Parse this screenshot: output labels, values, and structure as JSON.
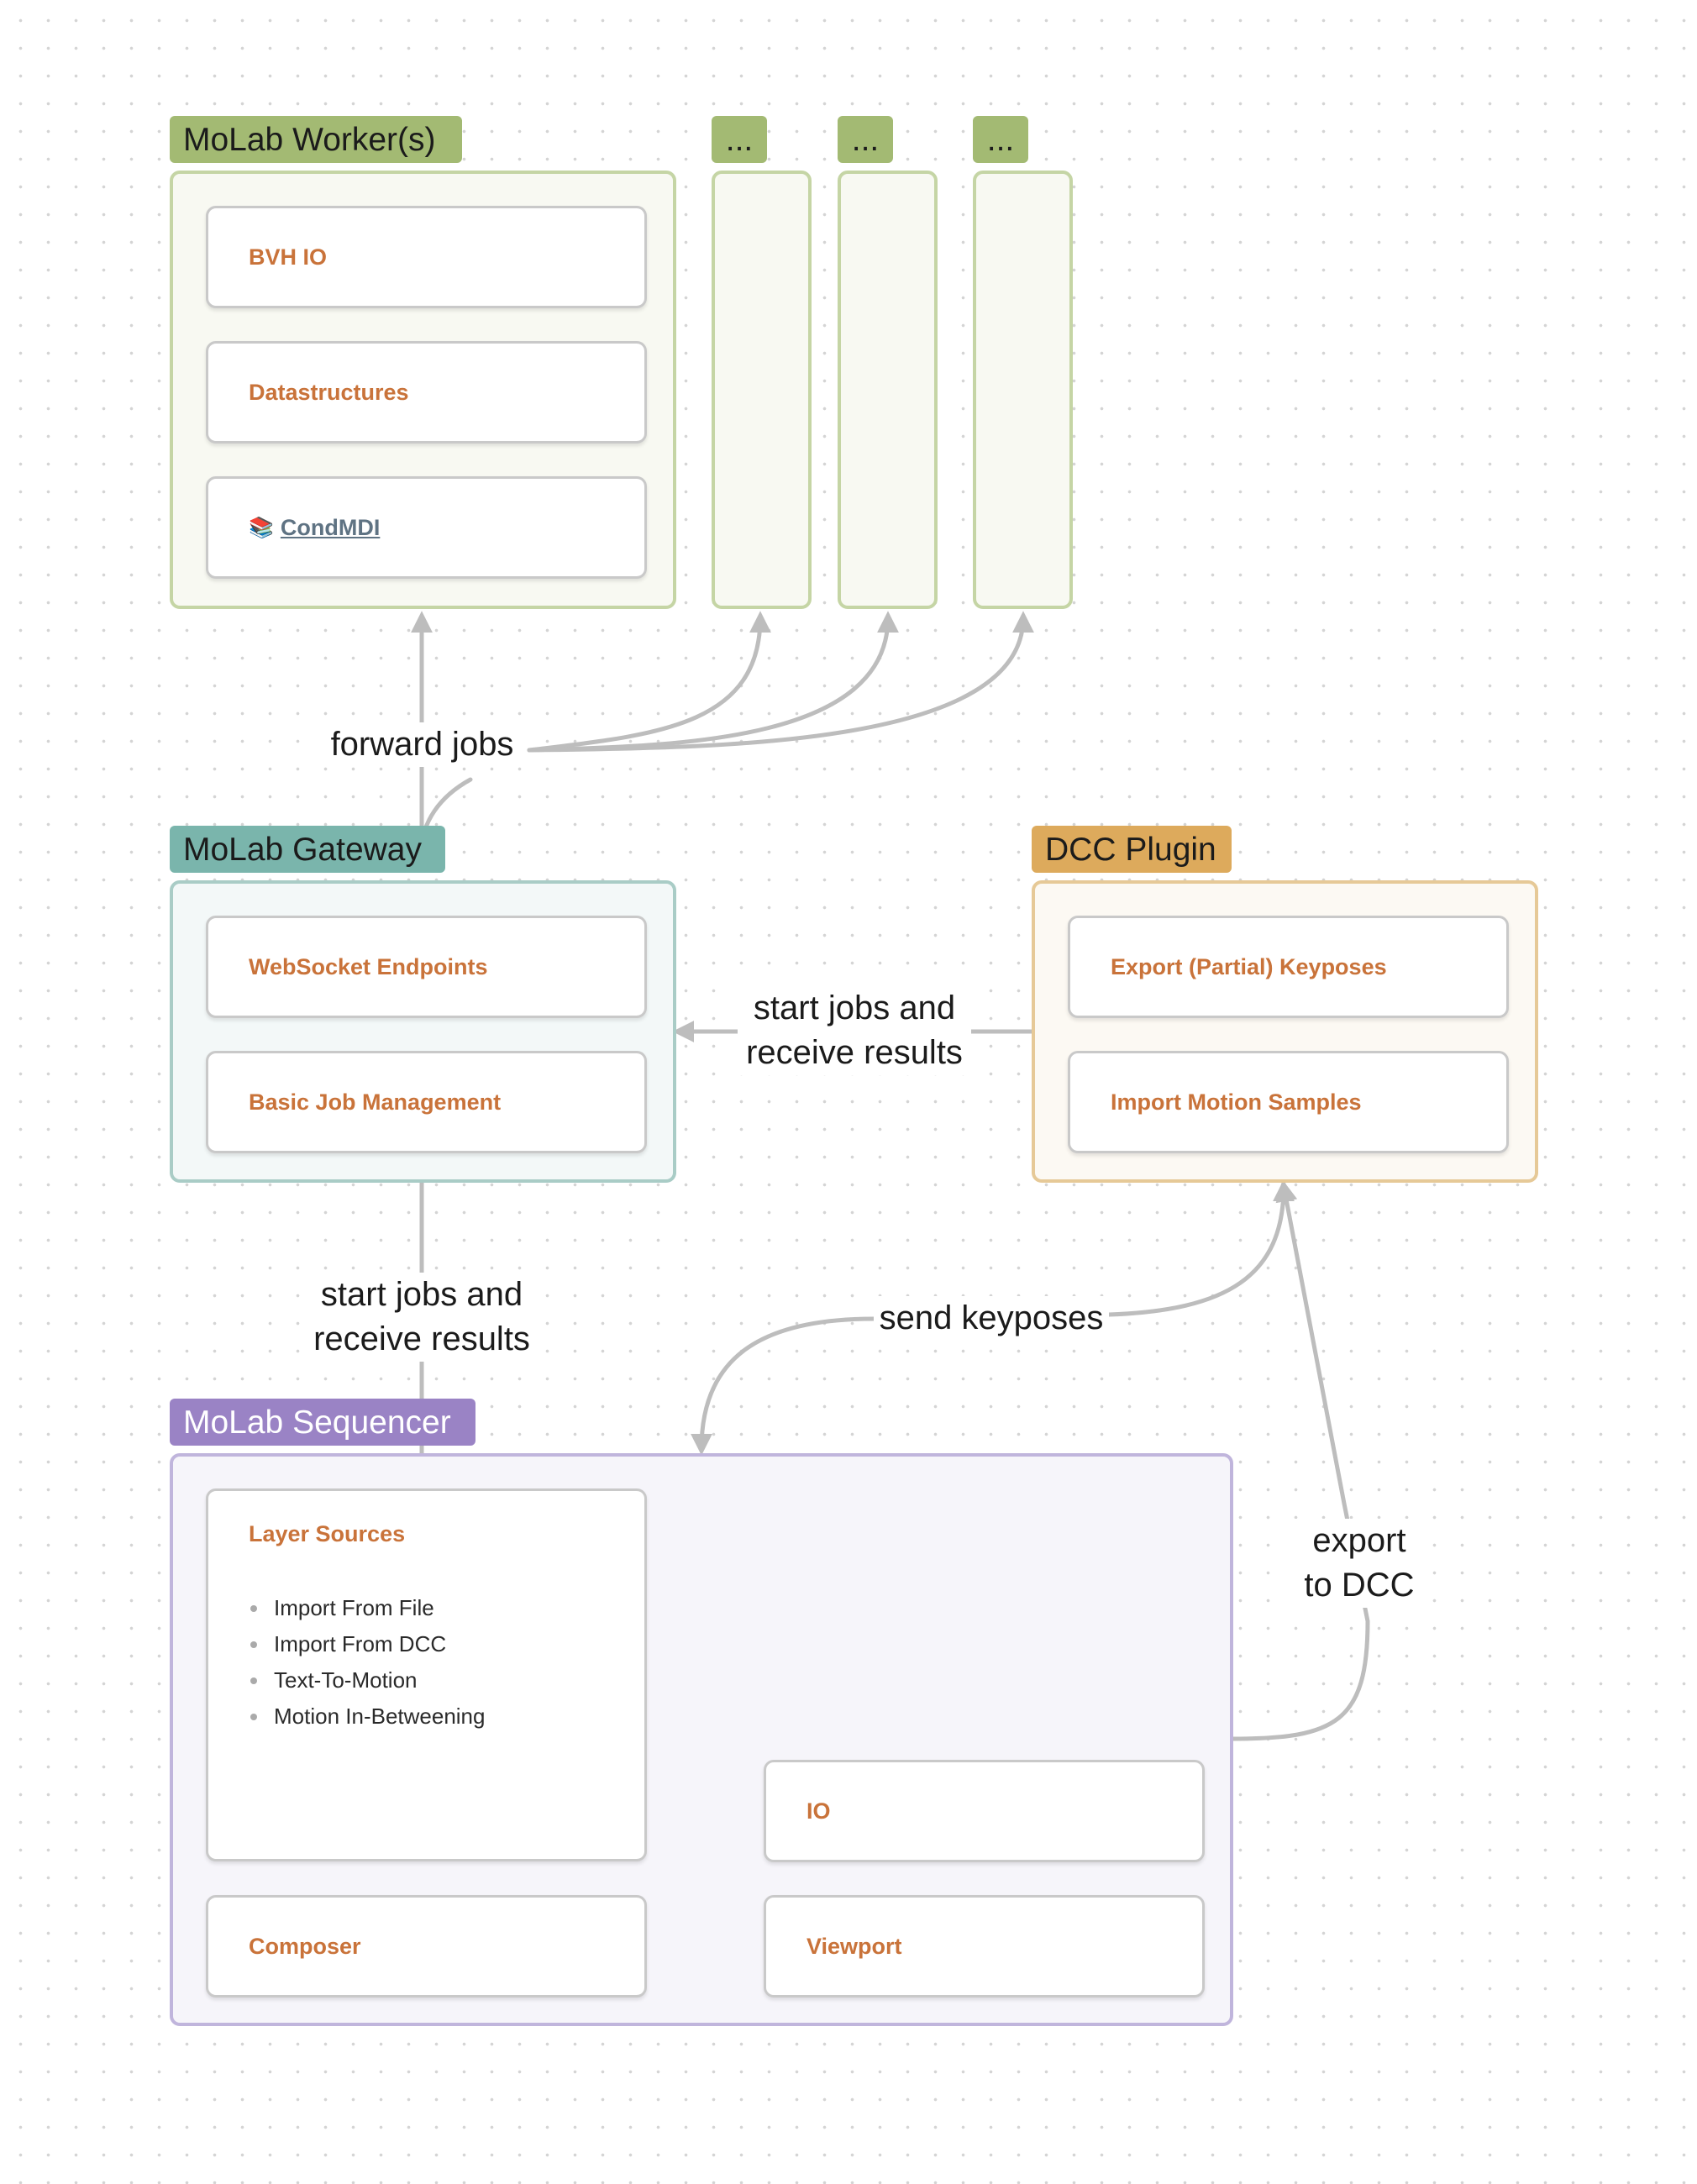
{
  "workers": {
    "label": "MoLab Worker(s)",
    "modules": [
      "BVH IO",
      "Datastructures"
    ],
    "paper_link": {
      "icon": "books-icon",
      "glyph": "📚",
      "label": "CondMDI"
    },
    "extra_labels": [
      "...",
      "...",
      "..."
    ]
  },
  "gateway": {
    "label": "MoLab Gateway",
    "modules": [
      "WebSocket Endpoints",
      "Basic Job Management"
    ]
  },
  "dcc_plugin": {
    "label": "DCC Plugin",
    "modules": [
      "Export (Partial) Keyposes",
      "Import Motion Samples"
    ]
  },
  "sequencer": {
    "label": "MoLab Sequencer",
    "layer_sources": {
      "title": "Layer Sources",
      "items": [
        "Import From File",
        "Import From DCC",
        "Text-To-Motion",
        "Motion In-Betweening"
      ]
    },
    "composer": "Composer",
    "io": "IO",
    "viewport": "Viewport"
  },
  "edges": {
    "forward_jobs": "forward jobs",
    "start_jobs_right_1": "start jobs and",
    "start_jobs_right_2": "receive results",
    "start_jobs_left_1": "start jobs and",
    "start_jobs_left_2": "receive results",
    "send_keyposes": "send keyposes",
    "export_1": "export",
    "export_2": "to DCC"
  },
  "colors": {
    "worker": "#a3ba73",
    "gateway": "#7ab5ac",
    "dcc": "#ddaa5c",
    "sequencer": "#9a83c5",
    "module_title": "#c9733a",
    "edge": "#bdbdbd"
  }
}
